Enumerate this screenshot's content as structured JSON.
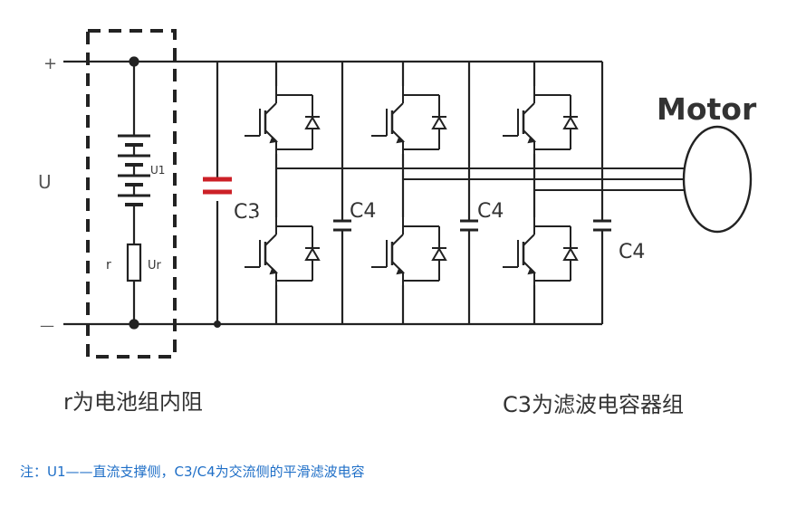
{
  "diagram": {
    "labels": {
      "plus": "+",
      "minus": "—",
      "u": "U",
      "u1": "U1",
      "r": "r",
      "ur": "Ur",
      "c3": "C3",
      "c4": "C4",
      "motor": "Motor"
    },
    "captions": {
      "left": "r为电池组内阻",
      "right": "C3为滤波电容器组"
    },
    "colors": {
      "line": "#222222",
      "c3_capacitor": "#cc2027",
      "note": "#1f6fc7"
    }
  },
  "note": "注：U1——直流支撑侧，C3/C4为交流侧的平滑滤波电容"
}
